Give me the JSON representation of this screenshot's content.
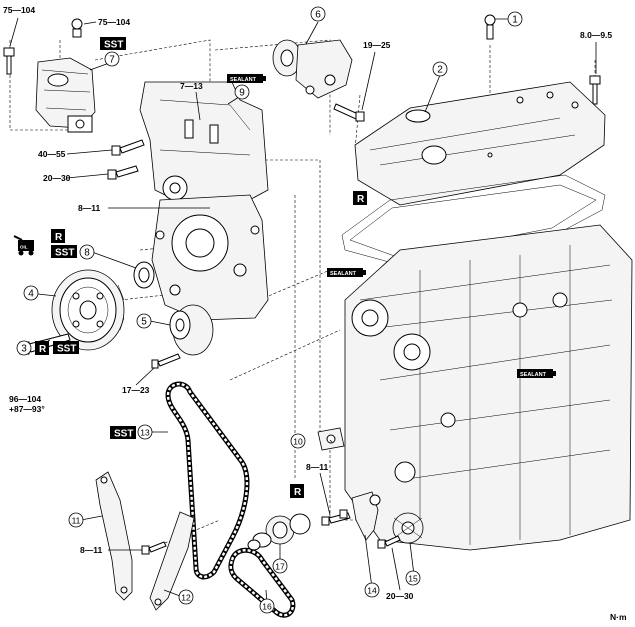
{
  "callouts": {
    "c1": "1",
    "c2": "2",
    "c3": "3",
    "c4": "4",
    "c5": "5",
    "c6": "6",
    "c7": "7",
    "c8": "8",
    "c9": "9",
    "c10": "10",
    "c11": "11",
    "c12": "12",
    "c13": "13",
    "c14": "14",
    "c15": "15",
    "c16": "16",
    "c17": "17"
  },
  "torques": {
    "t_75_104_a": "75—104",
    "t_75_104_b": "75—104",
    "t_7_13": "7—13",
    "t_19_25": "19—25",
    "t_8_95": "8.0—9.5",
    "t_40_55": "40—55",
    "t_20_30_a": "20—30",
    "t_8_11_a": "8—11",
    "t_96_104": "96—104",
    "t_87_93": "+87—93°",
    "t_17_23": "17—23",
    "t_8_11_b": "8—11",
    "t_8_11_c": "8—11",
    "t_20_30_b": "20—30"
  },
  "tags": {
    "sst_top": "SST",
    "r_cover": "R",
    "r_oil": "R",
    "sst_oil": "SST",
    "r_bolt": "R",
    "sst_bolt": "SST",
    "sst_chain": "SST",
    "r_seal": "R",
    "oil_icon": "OIL"
  },
  "sealant": {
    "s1": "SEALANT",
    "s2": "SEALANT",
    "s3": "SEALANT"
  },
  "unit": "N·m"
}
